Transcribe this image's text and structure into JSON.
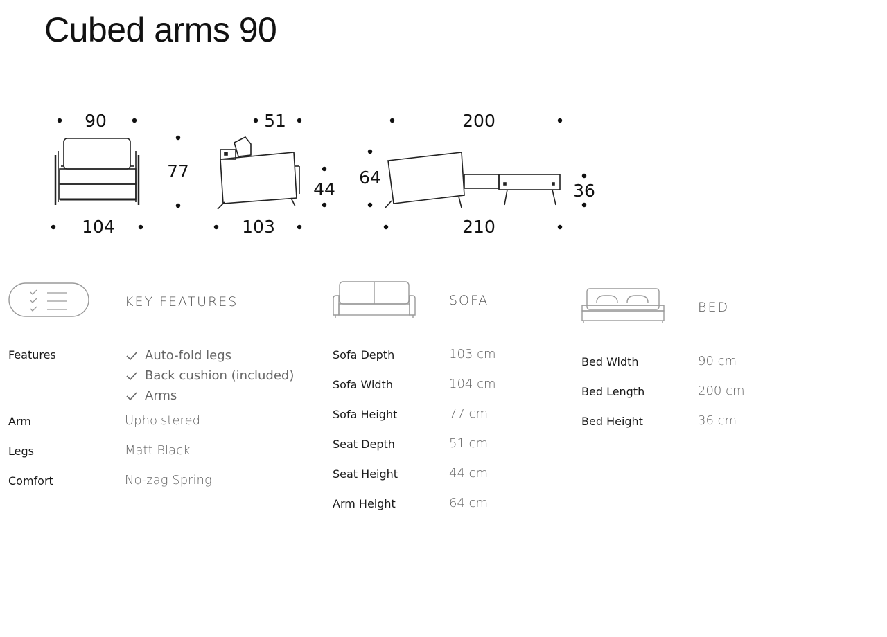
{
  "title": "Cubed arms 90",
  "dimensions": {
    "front_top": "90",
    "front_bottom": "104",
    "front_height": "77",
    "side_top": "51",
    "side_bottom": "103",
    "side_seat": "44",
    "bed_top": "200",
    "bed_bottom": "210",
    "bed_arm": "64",
    "bed_height": "36"
  },
  "features_section": {
    "title": "KEY FEATURES",
    "features_label": "Features",
    "features": [
      "Auto-fold legs",
      "Back cushion (included)",
      "Arms"
    ],
    "rows": [
      {
        "label": "Arm",
        "value": "Upholstered"
      },
      {
        "label": "Legs",
        "value": "Matt Black"
      },
      {
        "label": "Comfort",
        "value": "No-zag Spring"
      }
    ]
  },
  "sofa_section": {
    "title": "SOFA",
    "rows": [
      {
        "label": "Sofa Depth",
        "value": "103 cm"
      },
      {
        "label": "Sofa Width",
        "value": "104 cm"
      },
      {
        "label": "Sofa Height",
        "value": "77 cm"
      },
      {
        "label": "Seat Depth",
        "value": "51 cm"
      },
      {
        "label": "Seat Height",
        "value": "44 cm"
      },
      {
        "label": "Arm Height",
        "value": "64 cm"
      }
    ]
  },
  "bed_section": {
    "title": "BED",
    "rows": [
      {
        "label": "Bed Width",
        "value": "90 cm"
      },
      {
        "label": "Bed Length",
        "value": "200 cm"
      },
      {
        "label": "Bed Height",
        "value": "36 cm"
      }
    ]
  },
  "icons": {
    "features": "checklist-icon",
    "sofa": "sofa-icon",
    "bed": "bed-icon",
    "check": "check-icon"
  }
}
